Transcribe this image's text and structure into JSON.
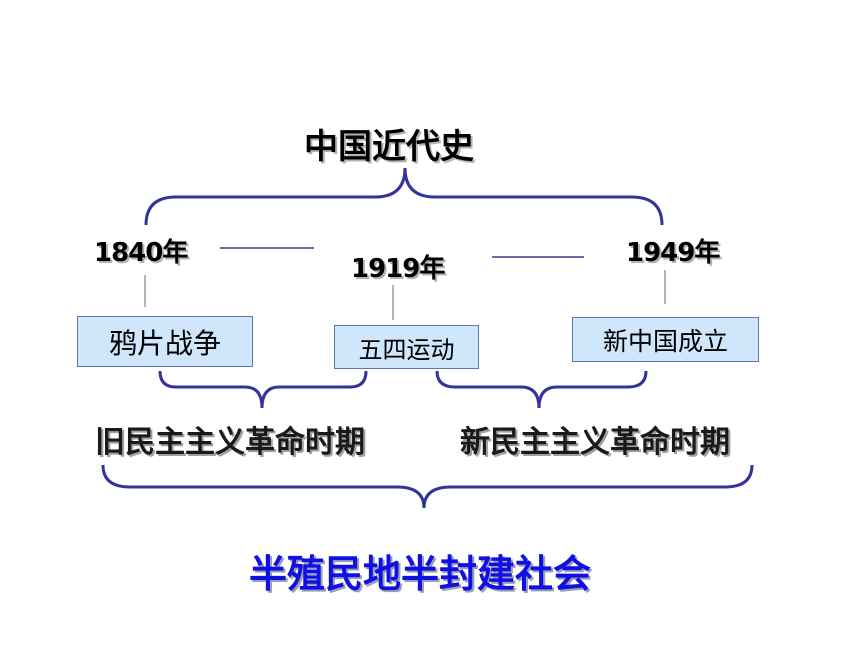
{
  "title": "中国近代史",
  "years": {
    "y1840": "1840年",
    "y1919": "1919年",
    "y1949": "1949年"
  },
  "events": {
    "opium_war": "鸦片战争",
    "may_fourth": "五四运动",
    "new_china": "新中国成立"
  },
  "periods": {
    "old_democratic": "旧民主主义革命时期",
    "new_democratic": "新民主主义革命时期"
  },
  "society": "半殖民地半封建社会",
  "colors": {
    "brace": "#333399",
    "box_fill": "#cfe6fb",
    "society_text": "#1010e6"
  }
}
